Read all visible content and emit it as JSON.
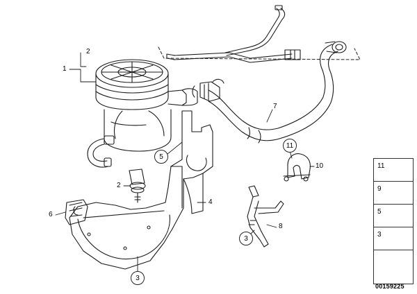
{
  "callouts": {
    "c1": "1",
    "c2_top": "2",
    "c2_mid": "2",
    "c4": "4",
    "c5": "5",
    "c6": "6",
    "c7": "7",
    "c8": "8",
    "c3_a": "3",
    "c3_b": "3",
    "c10": "10",
    "c11": "11"
  },
  "legend": {
    "items": [
      "11",
      "9",
      "5",
      "3",
      ""
    ]
  },
  "diagram_id": "00159225"
}
